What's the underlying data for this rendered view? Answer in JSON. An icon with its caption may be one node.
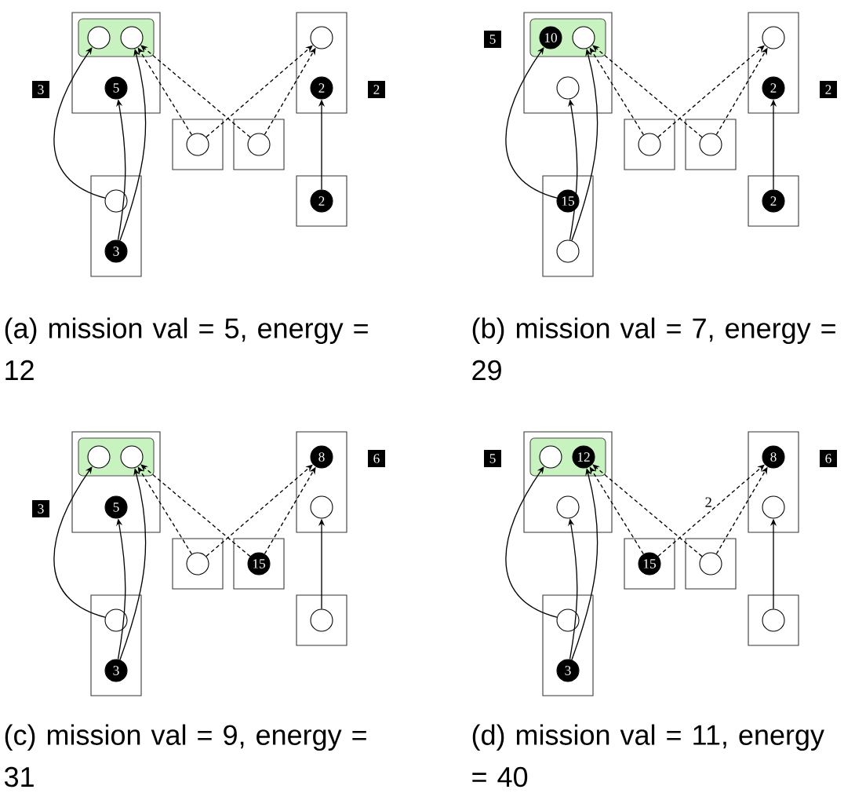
{
  "diagram": {
    "nodes": [
      {
        "text": [
          "3"
        ]
      },
      {
        "text": [],
        "shape": "box"
      },
      {
        "text": [],
        "shape": "box",
        "in": 1
      },
      {
        "text": [],
        "shape": "circle",
        "in": 2
      },
      {
        "text": [],
        "shape": "circle",
        "in": 2
      },
      {
        "text": [
          "5"
        ],
        "in": 1
      },
      {
        "text": [],
        "shape": "box"
      },
      {
        "text": [],
        "shape": "circle",
        "in": 6
      },
      {
        "text": [
          "2"
        ],
        "in": 6
      },
      {
        "text": [
          "2"
        ]
      },
      {
        "text": [],
        "shape": "box"
      },
      {
        "text": [],
        "shape": "circle",
        "in": 10
      },
      {
        "text": [],
        "shape": "box"
      },
      {
        "text": [],
        "shape": "circle",
        "in": 12
      },
      {
        "text": [],
        "shape": "box"
      },
      {
        "text": [
          "2"
        ],
        "in": 14
      },
      {
        "text": [],
        "shape": "box"
      },
      {
        "text": [],
        "shape": "circle",
        "in": 16
      },
      {
        "text": [
          "3"
        ],
        "in": 16
      },
      {
        "text": [
          "5"
        ]
      },
      {
        "text": [],
        "shape": "box"
      },
      {
        "text": [],
        "shape": "box",
        "in": 20
      },
      {
        "text": [
          "10"
        ],
        "in": 21
      },
      {
        "text": [],
        "shape": "circle",
        "in": 21
      },
      {
        "text": [],
        "shape": "circle",
        "in": 20
      },
      {
        "text": [],
        "shape": "box"
      },
      {
        "text": [],
        "shape": "circle",
        "in": 25
      },
      {
        "text": [
          "2"
        ],
        "in": 25
      },
      {
        "text": [
          "2"
        ]
      },
      {
        "text": [],
        "shape": "box"
      },
      {
        "text": [],
        "shape": "circle",
        "in": 29
      },
      {
        "text": [],
        "shape": "box"
      },
      {
        "text": [],
        "shape": "circle",
        "in": 31
      },
      {
        "text": [],
        "shape": "box"
      },
      {
        "text": [
          "2"
        ],
        "in": 33
      },
      {
        "text": [],
        "shape": "box"
      },
      {
        "text": [
          "15"
        ],
        "in": 35
      },
      {
        "text": [],
        "shape": "circle",
        "in": 35
      },
      {
        "text": [
          "3"
        ]
      },
      {
        "text": [],
        "shape": "box"
      },
      {
        "text": [],
        "shape": "box",
        "in": 39
      },
      {
        "text": [],
        "shape": "circle",
        "in": 40
      },
      {
        "text": [],
        "shape": "circle",
        "in": 40
      },
      {
        "text": [
          "5"
        ],
        "in": 39
      },
      {
        "text": [],
        "shape": "box"
      },
      {
        "text": [
          "8"
        ],
        "in": 44
      },
      {
        "text": [],
        "shape": "circle",
        "in": 44
      },
      {
        "text": [
          "6"
        ]
      },
      {
        "text": [],
        "shape": "box"
      },
      {
        "text": [],
        "shape": "circle",
        "in": 48
      },
      {
        "text": [],
        "shape": "box"
      },
      {
        "text": [
          "15"
        ],
        "in": 50
      },
      {
        "text": [],
        "shape": "box"
      },
      {
        "text": [],
        "shape": "circle",
        "in": 52
      },
      {
        "text": [],
        "shape": "box"
      },
      {
        "text": [],
        "shape": "circle",
        "in": 54
      },
      {
        "text": [
          "3"
        ],
        "in": 54
      },
      {
        "text": [
          "5"
        ]
      },
      {
        "text": [],
        "shape": "box"
      },
      {
        "text": [],
        "shape": "box",
        "in": 58
      },
      {
        "text": [],
        "shape": "circle",
        "in": 59
      },
      {
        "text": [
          "12"
        ],
        "in": 59
      },
      {
        "text": [],
        "shape": "circle",
        "in": 58
      },
      {
        "text": [],
        "shape": "box"
      },
      {
        "text": [
          "8"
        ],
        "in": 63
      },
      {
        "text": [],
        "shape": "circle",
        "in": 63
      },
      {
        "text": [
          "6"
        ]
      },
      {
        "text": [],
        "shape": "box"
      },
      {
        "text": [
          "15"
        ],
        "in": 67
      },
      {
        "text": [],
        "shape": "box"
      },
      {
        "text": [],
        "shape": "circle",
        "in": 69
      },
      {
        "text": [],
        "shape": "box"
      },
      {
        "text": [],
        "shape": "circle",
        "in": 71
      },
      {
        "text": [],
        "shape": "box"
      },
      {
        "text": [],
        "shape": "circle",
        "in": 73
      },
      {
        "text": [
          "3"
        ],
        "in": 73
      }
    ],
    "edges": [
      {
        "from": 17,
        "to": 3,
        "arrow": "to"
      },
      {
        "from": 18,
        "to": 4,
        "arrow": "to"
      },
      {
        "from": 18,
        "to": 5,
        "arrow": "to"
      },
      {
        "from": 11,
        "to": 4,
        "arrow": "to",
        "style": "dashed"
      },
      {
        "from": 13,
        "to": 4,
        "arrow": "to",
        "style": "dashed"
      },
      {
        "from": 11,
        "to": 7,
        "arrow": "to",
        "style": "dashed"
      },
      {
        "from": 13,
        "to": 7,
        "arrow": "to",
        "style": "dashed"
      },
      {
        "from": 15,
        "to": 8,
        "arrow": "to"
      },
      {
        "from": 36,
        "to": 22,
        "arrow": "to"
      },
      {
        "from": 37,
        "to": 23,
        "arrow": "to"
      },
      {
        "from": 37,
        "to": 24,
        "arrow": "to"
      },
      {
        "from": 30,
        "to": 23,
        "arrow": "to",
        "style": "dashed"
      },
      {
        "from": 32,
        "to": 23,
        "arrow": "to",
        "style": "dashed"
      },
      {
        "from": 30,
        "to": 26,
        "arrow": "to",
        "style": "dashed"
      },
      {
        "from": 32,
        "to": 26,
        "arrow": "to",
        "style": "dashed"
      },
      {
        "from": 34,
        "to": 27,
        "arrow": "to"
      },
      {
        "from": 55,
        "to": 41,
        "arrow": "to"
      },
      {
        "from": 56,
        "to": 42,
        "arrow": "to"
      },
      {
        "from": 56,
        "to": 43,
        "arrow": "to"
      },
      {
        "from": 49,
        "to": 42,
        "arrow": "to",
        "style": "dashed"
      },
      {
        "from": 51,
        "to": 42,
        "arrow": "to",
        "style": "dashed"
      },
      {
        "from": 49,
        "to": 45,
        "arrow": "to",
        "style": "dashed"
      },
      {
        "from": 51,
        "to": 45,
        "arrow": "to",
        "style": "dashed"
      },
      {
        "from": 53,
        "to": 46,
        "arrow": "to"
      },
      {
        "from": 74,
        "to": 60,
        "arrow": "to"
      },
      {
        "from": 75,
        "to": 61,
        "arrow": "to"
      },
      {
        "from": 75,
        "to": 62,
        "arrow": "to"
      },
      {
        "from": 68,
        "to": 61,
        "arrow": "to",
        "style": "dashed"
      },
      {
        "from": 70,
        "to": 61,
        "arrow": "to",
        "style": "dashed"
      },
      {
        "from": 68,
        "to": 64,
        "arrow": "to",
        "style": "dashed",
        "label": "2"
      },
      {
        "from": 70,
        "to": 64,
        "arrow": "to",
        "style": "dashed"
      },
      {
        "from": 72,
        "to": 65,
        "arrow": "to"
      }
    ],
    "labels": [
      "(a) mission val = 5, energy = 12",
      "(b) mission val = 7, energy = 29",
      "(c) mission val = 9, energy = 31",
      "(d) mission val = 11, energy = 40"
    ]
  }
}
